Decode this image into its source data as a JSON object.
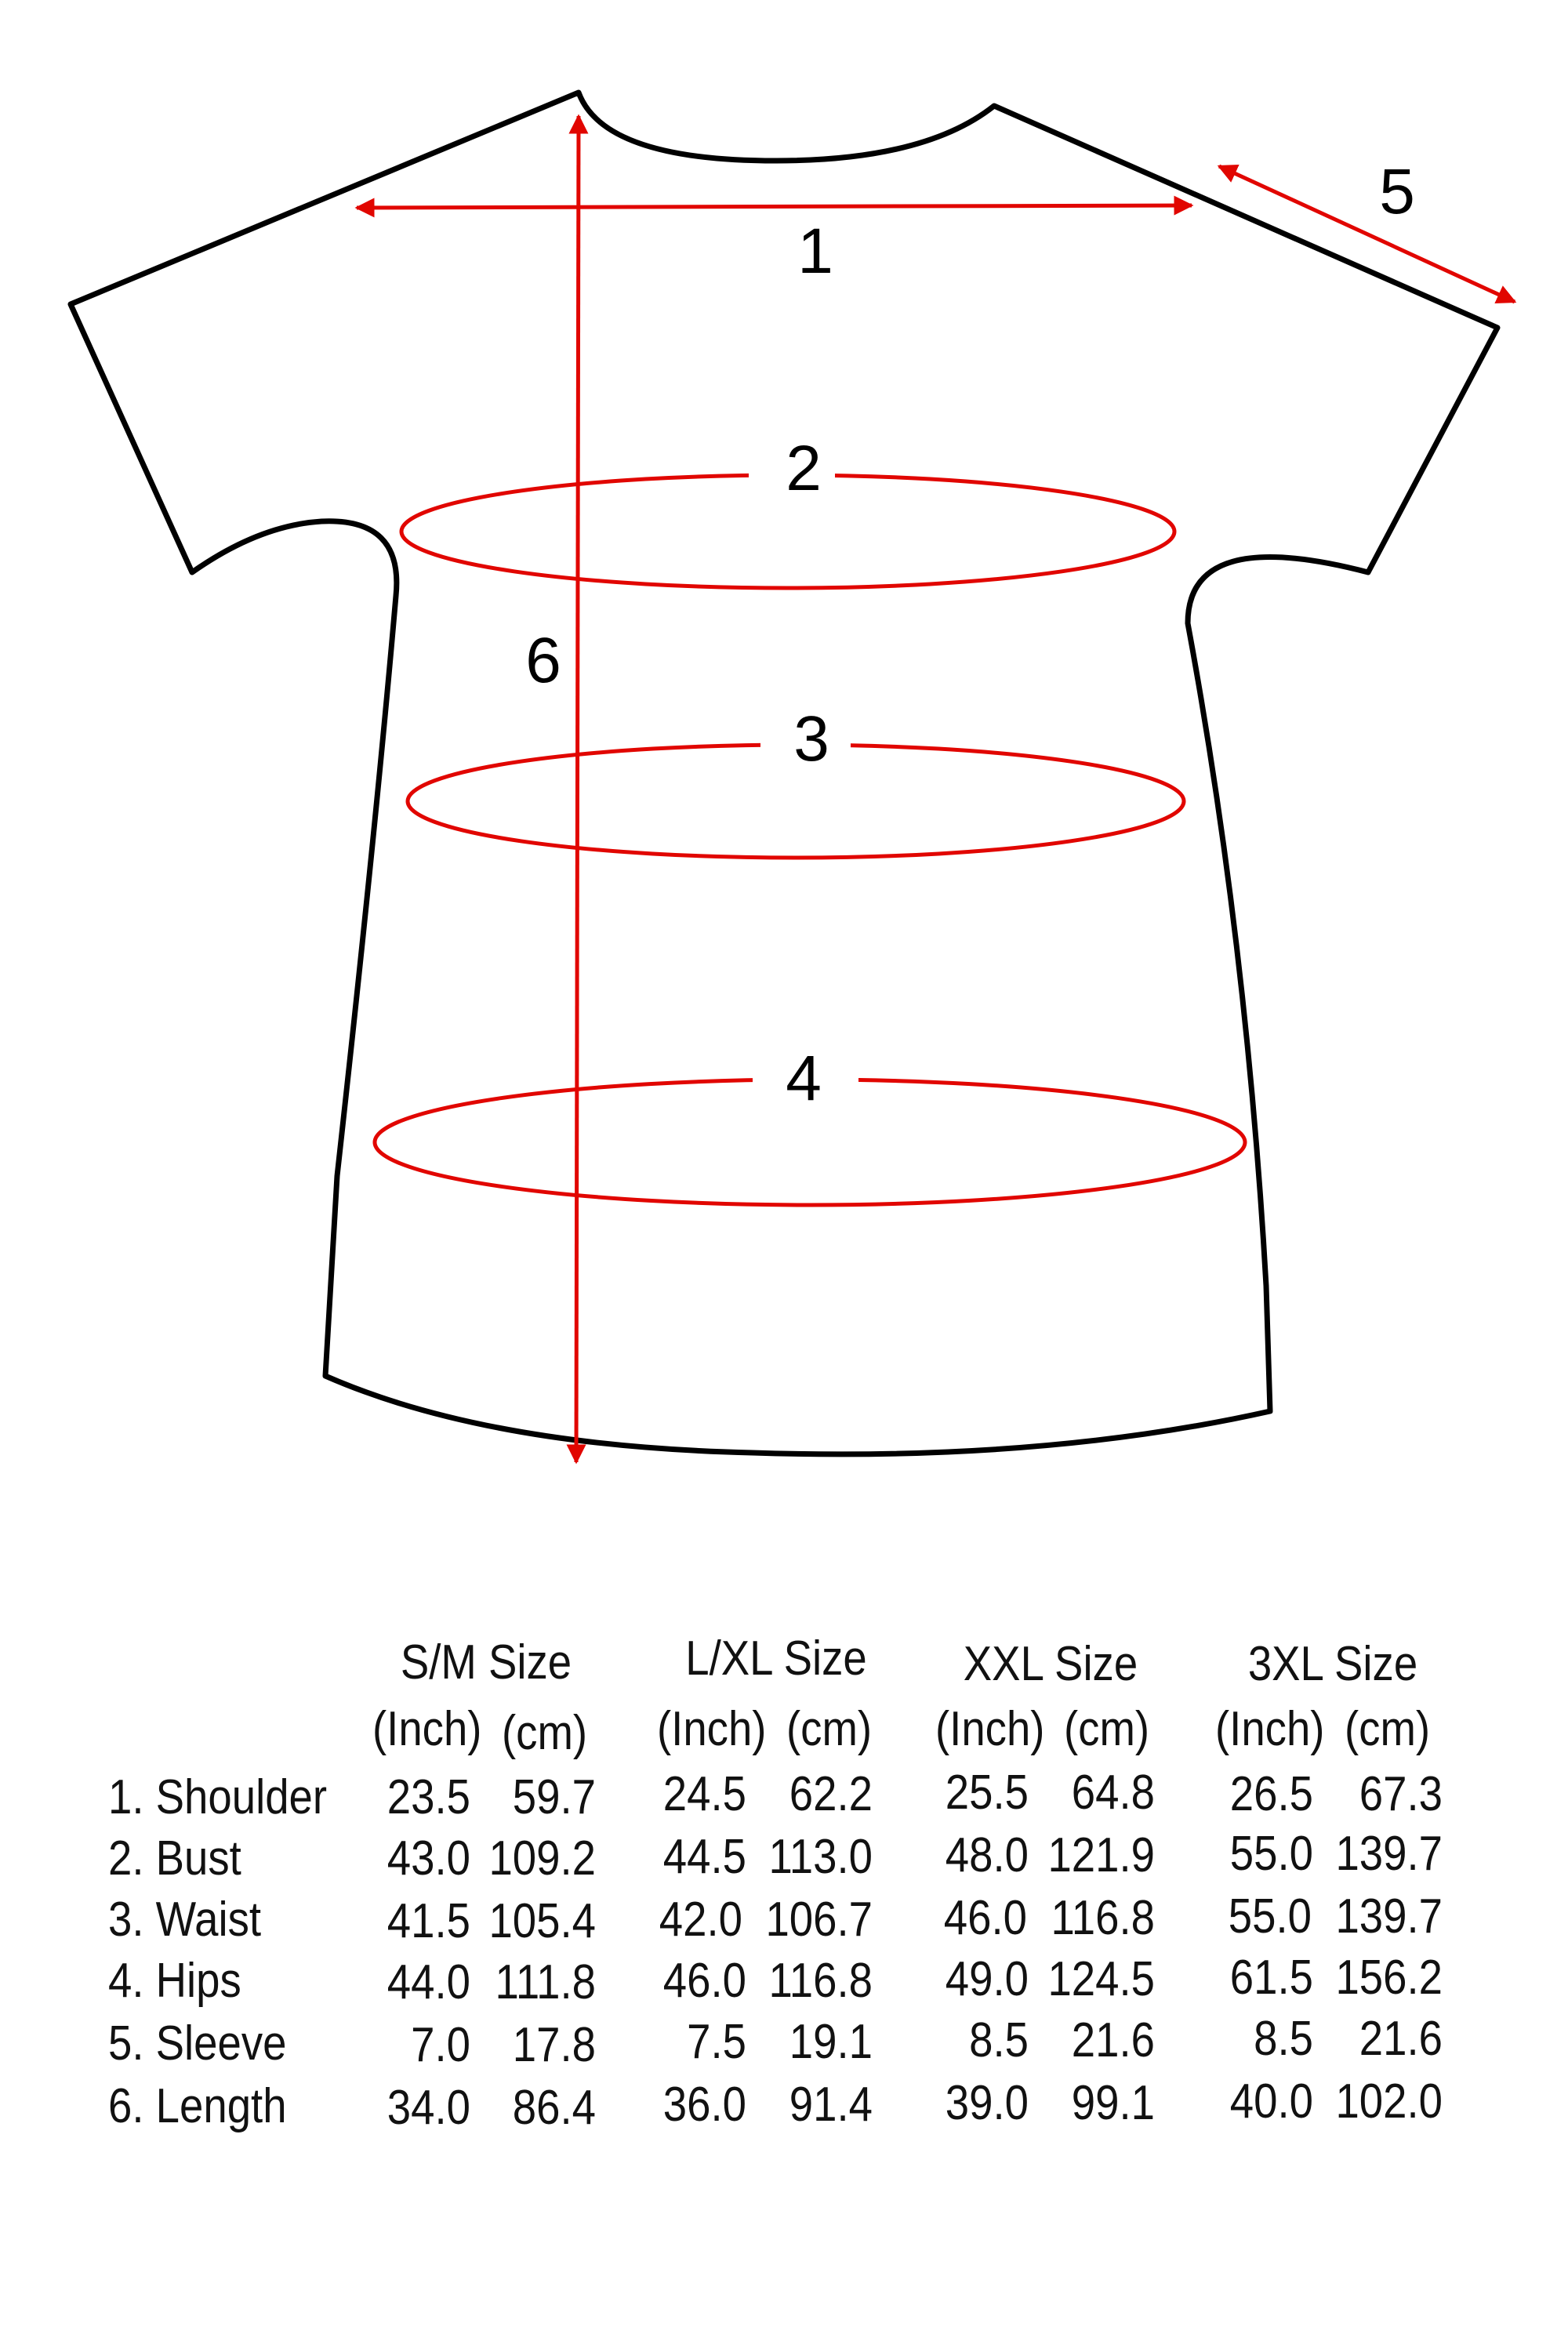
{
  "diagram": {
    "labels": {
      "shoulder": "1",
      "bust": "2",
      "waist": "3",
      "hips": "4",
      "sleeve": "5",
      "length": "6"
    },
    "colors": {
      "outline": "#000000",
      "measure": "#e10600"
    }
  },
  "table": {
    "sizes": [
      {
        "name": "S/M Size",
        "inch_label": "(Inch)",
        "cm_label": "(cm)"
      },
      {
        "name": "L/XL Size",
        "inch_label": "(Inch)",
        "cm_label": "(cm)"
      },
      {
        "name": "XXL Size",
        "inch_label": "(Inch)",
        "cm_label": "(cm)"
      },
      {
        "name": "3XL Size",
        "inch_label": "(Inch)",
        "cm_label": "(cm)"
      }
    ],
    "rows": [
      {
        "label": "1. Shoulder",
        "values": [
          [
            "23.5",
            "59.7"
          ],
          [
            "24.5",
            "62.2"
          ],
          [
            "25.5",
            "64.8"
          ],
          [
            "26.5",
            "67.3"
          ]
        ]
      },
      {
        "label": "2. Bust",
        "values": [
          [
            "43.0",
            "109.2"
          ],
          [
            "44.5",
            "113.0"
          ],
          [
            "48.0",
            "121.9"
          ],
          [
            "55.0",
            "139.7"
          ]
        ]
      },
      {
        "label": "3. Waist",
        "values": [
          [
            "41.5",
            "105.4"
          ],
          [
            "42.0",
            "106.7"
          ],
          [
            "46.0",
            "116.8"
          ],
          [
            "55.0",
            "139.7"
          ]
        ]
      },
      {
        "label": "4. Hips",
        "values": [
          [
            "44.0",
            "111.8"
          ],
          [
            "46.0",
            "116.8"
          ],
          [
            "49.0",
            "124.5"
          ],
          [
            "61.5",
            "156.2"
          ]
        ]
      },
      {
        "label": "5. Sleeve",
        "values": [
          [
            "7.0",
            "17.8"
          ],
          [
            "7.5",
            "19.1"
          ],
          [
            "8.5",
            "21.6"
          ],
          [
            "8.5",
            "21.6"
          ]
        ]
      },
      {
        "label": "6. Length",
        "values": [
          [
            "34.0",
            "86.4"
          ],
          [
            "36.0",
            "91.4"
          ],
          [
            "39.0",
            "99.1"
          ],
          [
            "40.0",
            "102.0"
          ]
        ]
      }
    ]
  }
}
